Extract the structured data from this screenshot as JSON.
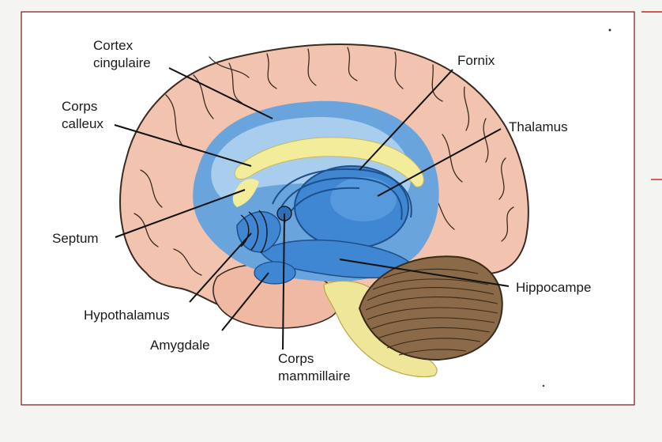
{
  "labels": {
    "cortex_cingulaire": [
      "Cortex",
      "cingulaire"
    ],
    "corps_calleux": [
      "Corps",
      "calleux"
    ],
    "fornix": "Fornix",
    "thalamus": "Thalamus",
    "septum": "Septum",
    "hippocampe": "Hippocampe",
    "hypothalamus": "Hypothalamus",
    "amygdale": "Amygdale",
    "corps_mammillaire": [
      "Corps",
      "mammillaire"
    ]
  },
  "colors": {
    "cortex": "#f2c4b0",
    "cortex_outline": "#3a2a22",
    "limbic_blue": "#6aa4dc",
    "limbic_light": "#b9d7f0",
    "corpus_callosum": "#f3ec9a",
    "brainstem": "#efe69a",
    "cerebellum": "#6b4a2c",
    "frame": "#7a1515",
    "leader": "#111111"
  }
}
